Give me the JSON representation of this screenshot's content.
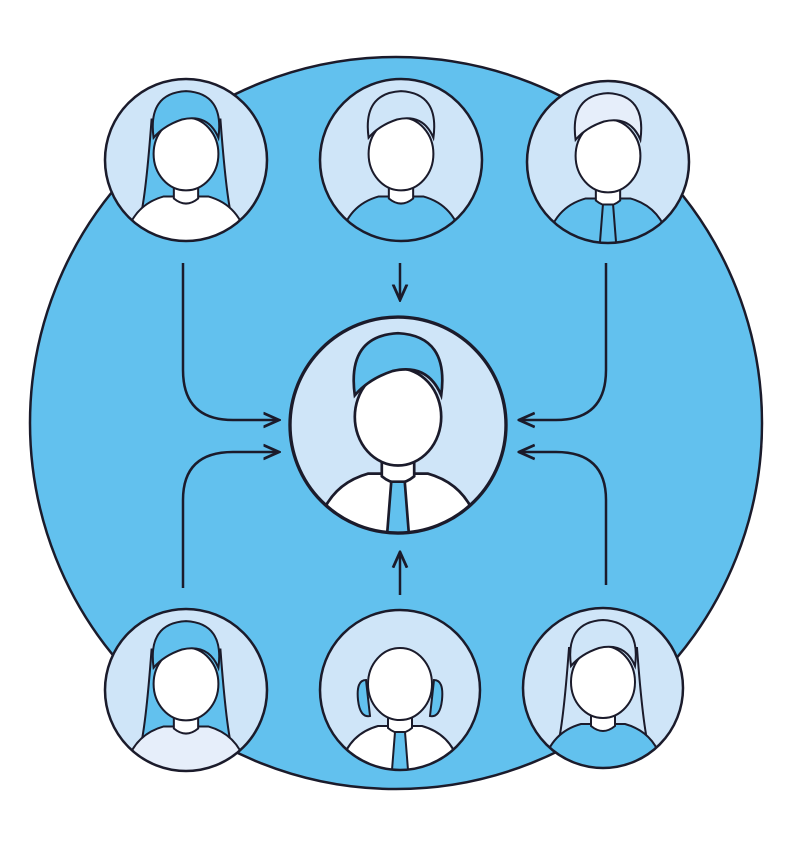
{
  "colors": {
    "background": "#ffffff",
    "big_circle": "#62C1EE",
    "avatar_bg": "#CFE5F8",
    "stroke": "#1B1B2B",
    "hair_blue": "#62C1EE",
    "hair_light": "#CFE5F8",
    "hair_pale": "#E6EEFA",
    "skin": "#ffffff"
  },
  "avatars": [
    {
      "id": "top-left",
      "role": "woman",
      "hair": "hair_blue",
      "body": "#ffffff",
      "tie": false
    },
    {
      "id": "top-middle",
      "role": "man-sweater",
      "hair": "hair_light",
      "body": "#62C1EE",
      "tie": false
    },
    {
      "id": "top-right",
      "role": "man-suit",
      "hair": "hair_pale",
      "body": "#62C1EE",
      "tie": true
    },
    {
      "id": "center",
      "role": "leader",
      "hair": "hair_blue",
      "body": "#ffffff",
      "tie": true
    },
    {
      "id": "bottom-left",
      "role": "woman-long-hair",
      "hair": "hair_blue",
      "body": "#E6EEFA",
      "tie": false
    },
    {
      "id": "bottom-middle",
      "role": "bald-man",
      "hair": "hair_blue",
      "body": "#ffffff",
      "tie": true
    },
    {
      "id": "bottom-right",
      "role": "woman",
      "hair": "hair_light",
      "body": "#62C1EE",
      "tie": false
    }
  ]
}
